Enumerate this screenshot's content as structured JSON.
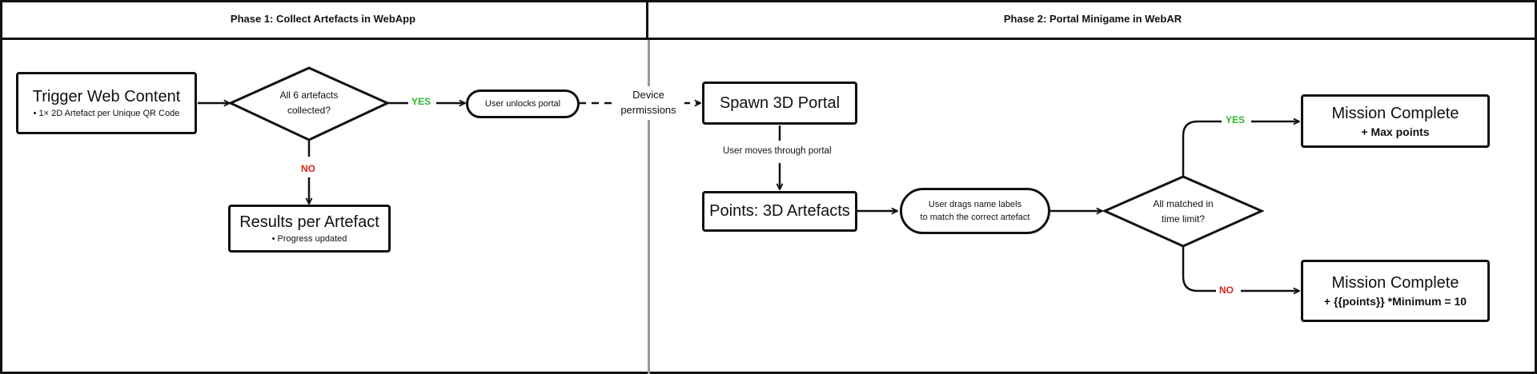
{
  "phases": {
    "phase1": "Phase 1: Collect Artefacts in WebApp",
    "phase2": "Phase 2: Portal Minigame in WebAR"
  },
  "nodes": {
    "trigger": {
      "title": "Trigger Web Content",
      "bullet": "• 1× 2D Artefact per Unique QR Code"
    },
    "all6": {
      "line1": "All 6 artefacts",
      "line2": "collected?"
    },
    "unlock": {
      "label": "User unlocks portal"
    },
    "results": {
      "title": "Results per Artefact",
      "bullet": "• Progress updated"
    },
    "spawn": {
      "title": "Spawn 3D Portal"
    },
    "points": {
      "title": "Points: 3D Artefacts"
    },
    "drag": {
      "line1": "User drags name labels",
      "line2": "to match the correct artefact"
    },
    "matched": {
      "line1": "All matched in",
      "line2": "time limit?"
    },
    "mission_max": {
      "title": "Mission Complete",
      "sub": "+ Max points"
    },
    "mission_min": {
      "title": "Mission Complete",
      "sub": "+ {{points}} *Minimum = 10"
    }
  },
  "edge_labels": {
    "yes1": "YES",
    "no1": "NO",
    "device_line1": "Device",
    "device_line2": "permissions",
    "moves": "User moves through portal",
    "yes2": "YES",
    "no2": "NO"
  },
  "colors": {
    "yes": "#2db52d",
    "no": "#d9241b",
    "stroke": "#111111",
    "divider": "#9a9a9a"
  }
}
